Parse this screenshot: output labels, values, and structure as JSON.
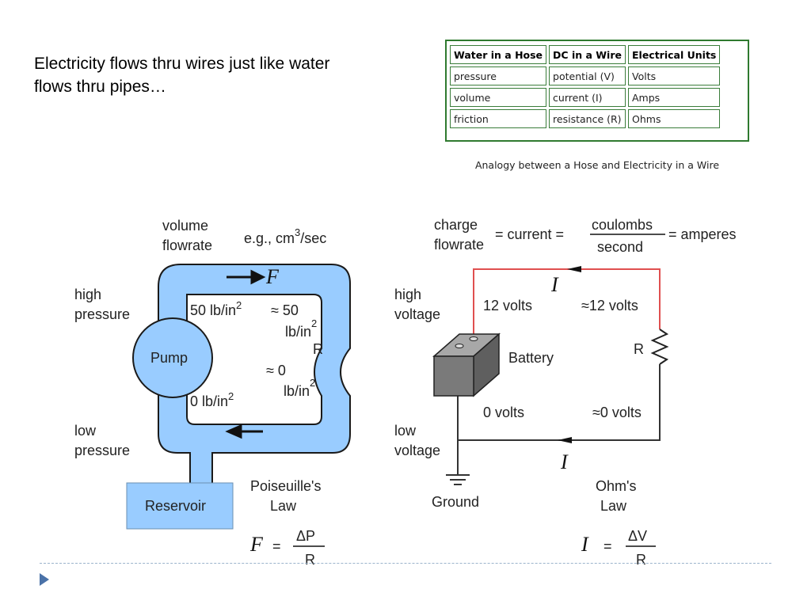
{
  "intro": {
    "line1": "Electricity flows thru wires just like water",
    "line2": "flows thru pipes…"
  },
  "analogy_table": {
    "headers": [
      "Water in a Hose",
      "DC in a Wire",
      "Electrical Units"
    ],
    "rows": [
      [
        "pressure",
        "potential (V)",
        "Volts"
      ],
      [
        "volume",
        "current (I)",
        "Amps"
      ],
      [
        "friction",
        "resistance (R)",
        "Ohms"
      ]
    ],
    "caption": "Analogy between a Hose and Electricity in a Wire",
    "border_color": "#2f7a2f"
  },
  "water": {
    "flow_label_1": "volume",
    "flow_label_2": "flowrate",
    "units_prefix": "e.g., cm",
    "units_sup": "3",
    "units_suffix": "/sec",
    "flow_symbol": "F",
    "high_1": "high",
    "high_2": "pressure",
    "low_1": "low",
    "low_2": "pressure",
    "p_top_left": "50 lb/in",
    "p_top_left_sup": "2",
    "p_top_right_1": "≈ 50",
    "p_top_right_2": "lb/in",
    "p_top_right_sup": "2",
    "r_label": "R",
    "p_bot_right_1": "≈ 0",
    "p_bot_right_2": "lb/in",
    "p_bot_right_sup": "2",
    "p_bot_left": "0 lb/in",
    "p_bot_left_sup": "2",
    "pump": "Pump",
    "reservoir": "Reservoir",
    "law_1": "Poiseuille's",
    "law_2": "Law",
    "eq_lhs": "F",
    "eq_num": "ΔP",
    "eq_den": "R",
    "fill_color": "#99ccff"
  },
  "circuit": {
    "charge_1": "charge",
    "charge_2": "flowrate",
    "eq_current": "= current =",
    "eq_num": "coulombs",
    "eq_den": "second",
    "eq_amperes": "= amperes",
    "current_symbol": "I",
    "high_1": "high",
    "high_2": "voltage",
    "low_1": "low",
    "low_2": "voltage",
    "v12_left": "12 volts",
    "v12_right": "≈12 volts",
    "battery": "Battery",
    "r_label": "R",
    "v0_left": "0 volts",
    "v0_right": "≈0 volts",
    "ground": "Ground",
    "law_1": "Ohm's",
    "law_2": "Law",
    "ohm_lhs": "I",
    "ohm_num": "ΔV",
    "ohm_den": "R",
    "wire_high_color": "#e05050",
    "wire_low_color": "#333333",
    "battery_color": "#7a7a7a"
  }
}
